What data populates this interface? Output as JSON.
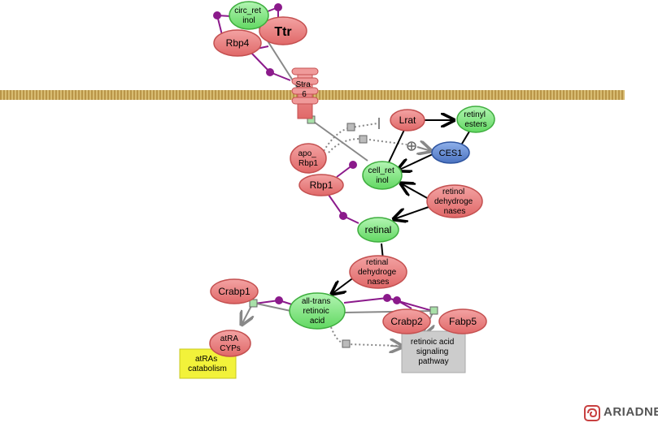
{
  "nodes": {
    "circ_retinol": [
      "circ_ret",
      "inol"
    ],
    "ttr": [
      "Ttr"
    ],
    "rbp4": [
      "Rbp4"
    ],
    "stra6": [
      "Stra",
      "6"
    ],
    "lrat": [
      "Lrat"
    ],
    "retinyl_esters": [
      "retinyl",
      "esters"
    ],
    "ces1": [
      "CES1"
    ],
    "apo_rbp1": [
      "apo_",
      "Rbp1"
    ],
    "cell_retinol": [
      "cell_ret",
      "inol"
    ],
    "rbp1": [
      "Rbp1"
    ],
    "retinol_dehydrogenases": [
      "retinol",
      "dehydroge",
      "nases"
    ],
    "retinal": [
      "retinal"
    ],
    "retinal_dehydrogenases": [
      "retinal",
      "dehydroge",
      "nases"
    ],
    "crabp1": [
      "Crabp1"
    ],
    "all_trans_retinoic_acid": [
      "all-trans",
      "retinoic",
      "acid"
    ],
    "crabp2": [
      "Crabp2"
    ],
    "fabp5": [
      "Fabp5"
    ],
    "atra_cyps": [
      "atRA",
      "CYPs"
    ],
    "atras_catabolism": [
      "atRAs",
      "catabolism"
    ],
    "retinoic_acid_signaling_pathway": [
      "retinoic acid",
      "signaling",
      "pathway"
    ]
  },
  "logo": {
    "text": "ARIADNE"
  },
  "colors": {
    "protein_fill": "#e87878",
    "protein_stroke": "#c45050",
    "metabolite_fill": "#7ee07e",
    "metabolite_stroke": "#3fae3f",
    "enzyme_blue": "#5b84cc",
    "membrane": "#c8a85a",
    "binding_line": "#8b1a8b",
    "process_gray": "#cccccc",
    "process_yellow": "#f2f23a"
  }
}
